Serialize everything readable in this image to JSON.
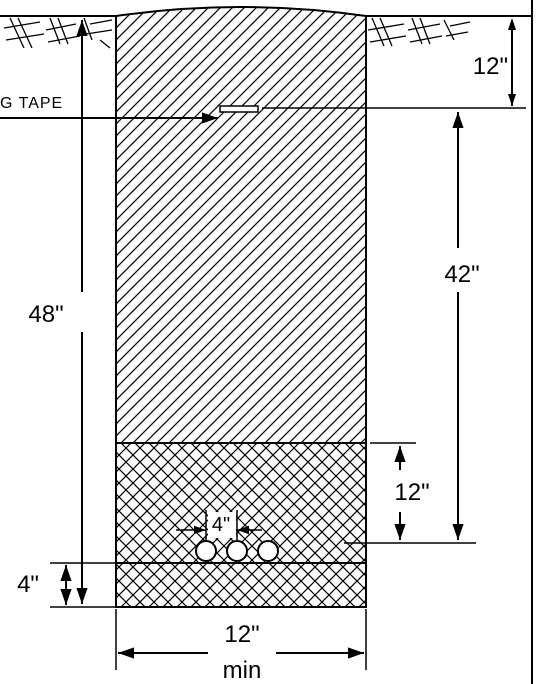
{
  "labels": {
    "tape": "G TAPE",
    "depth_total": "48\"",
    "top_cover": "12\"",
    "tape_depth": "42\"",
    "bedding_height": "12\"",
    "bedding_bottom": "4\"",
    "conduit_spacing": "4\"",
    "trench_width": "12\"",
    "trench_width_note": "min"
  }
}
